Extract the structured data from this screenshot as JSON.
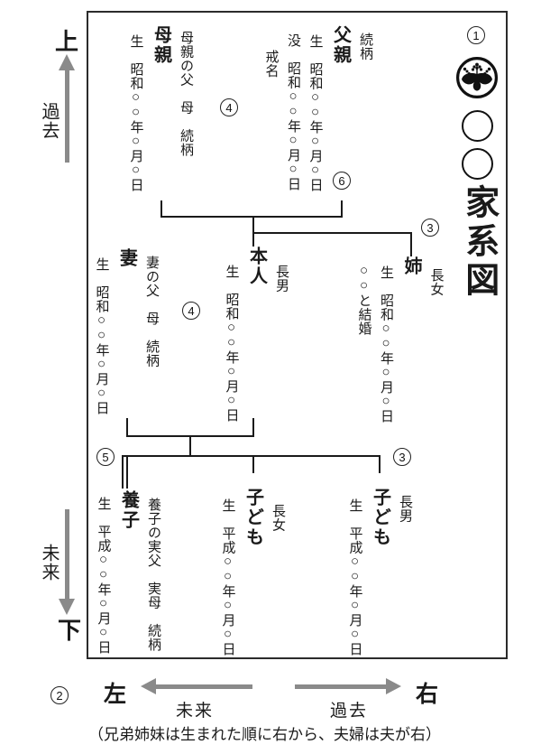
{
  "title": {
    "marker": "1",
    "crest": "paulownia-family-crest",
    "name_placeholders": [
      "○",
      "○"
    ],
    "label": "家系図"
  },
  "markers": {
    "title": "1",
    "axis": "2",
    "siblings_upper": "3",
    "siblings_lower": "3",
    "in_laws_mother": "4",
    "in_laws_wife": "4",
    "adoption": "5",
    "parents_join": "6"
  },
  "persons": {
    "father": {
      "label": "父親",
      "relation": "続柄",
      "birth": "生　昭和○○年○月○日",
      "death": "没　昭和○○年○月○日",
      "kaimyo": "戒名"
    },
    "mother": {
      "label": "母親",
      "parents": "母親の父　母　続柄",
      "birth": "生　昭和○○年○月○日"
    },
    "self": {
      "label": "本人",
      "relation": "長男",
      "birth": "生　昭和○○年○月○日"
    },
    "wife": {
      "label": "妻",
      "parents": "妻の父　母　続柄",
      "birth": "生　昭和○○年○月○日"
    },
    "sister": {
      "label": "姉",
      "relation": "長女",
      "birth": "生　昭和○○年○月○日",
      "marriage": "○○と結婚"
    },
    "adopted": {
      "label": "養子",
      "parents": "養子の実父　実母　続柄",
      "birth": "生　平成○○年○月○日"
    },
    "child_daughter": {
      "label": "子ども",
      "relation": "長女",
      "birth": "生　平成○○年○月○日"
    },
    "child_son": {
      "label": "子ども",
      "relation": "長男",
      "birth": "生　平成○○年○月○日"
    }
  },
  "legend": {
    "top": "上",
    "bottom": "下",
    "left": "左",
    "right": "右",
    "past_vertical": "過去",
    "future_vertical": "未来",
    "future_horizontal": "未来",
    "past_horizontal": "過去"
  },
  "caption": "（兄弟姉妹は生まれた順に右から、夫婦は夫が右）",
  "colors": {
    "ink": "#1a1a1a",
    "arrow_gray": "#8a8a8a",
    "background": "#ffffff"
  }
}
